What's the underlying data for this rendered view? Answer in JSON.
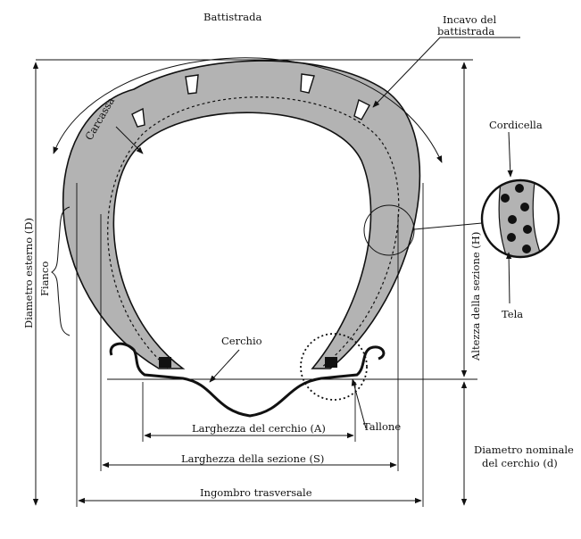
{
  "labels": {
    "tread": "Battistrada",
    "tread_groove_line1": "Incavo del",
    "tread_groove_line2": "battistrada",
    "carcass": "Carcassa",
    "cord": "Cordicella",
    "ply": "Tela",
    "outer_diameter": "Diametro esterno (D)",
    "sidewall": "Fianco",
    "section_height": "Altezza della sezione (H)",
    "rim": "Cerchio",
    "bead": "Tallone",
    "rim_width": "Larghezza del cerchio (A)",
    "section_width": "Larghezza della sezione (S)",
    "overall_width": "Ingombro trasversale",
    "rim_nominal_diameter_line1": "Diametro nominale",
    "rim_nominal_diameter_line2": "del cerchio (d)"
  },
  "colors": {
    "tire_fill": "#b3b3b3",
    "ink": "#111111",
    "paper": "#ffffff"
  }
}
